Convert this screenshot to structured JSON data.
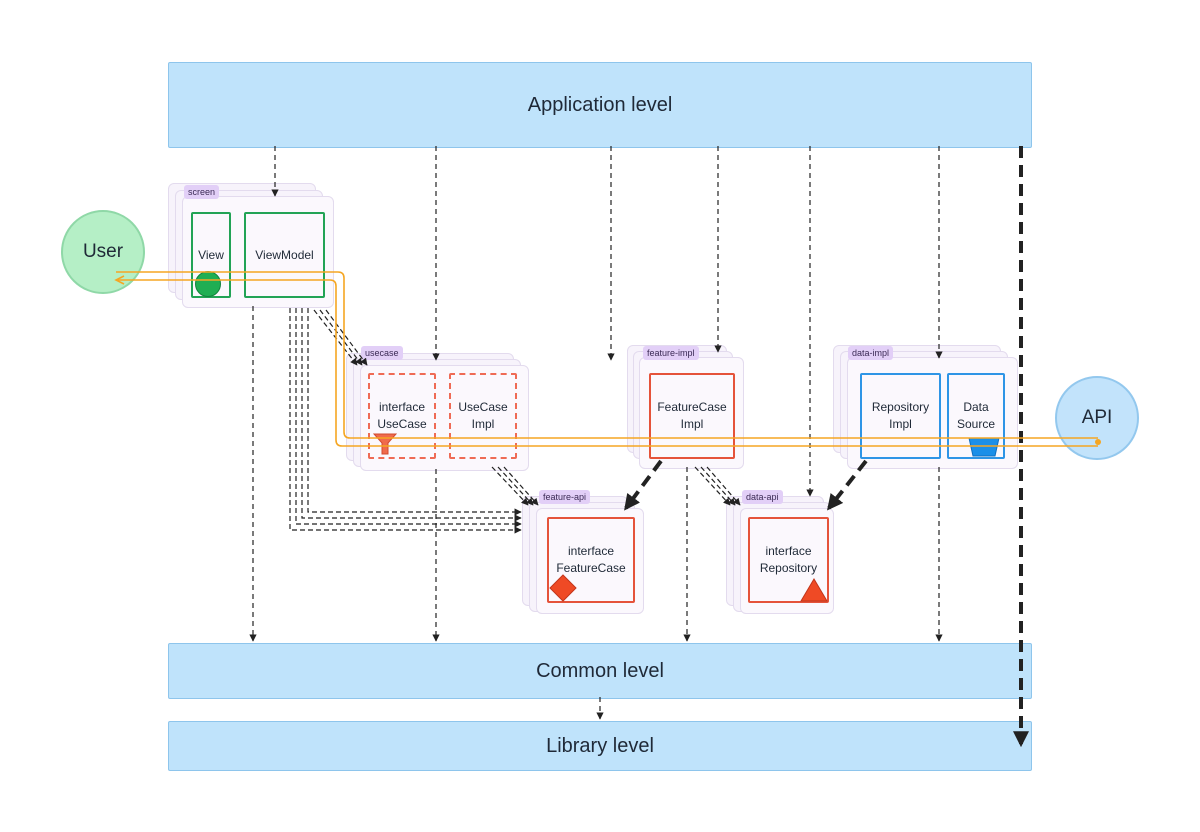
{
  "levels": {
    "application": "Application level",
    "common": "Common level",
    "library": "Library level"
  },
  "actors": {
    "user": "User",
    "api": "API"
  },
  "modules": {
    "screen": {
      "tag": "screen",
      "view": "View",
      "viewmodel": "ViewModel"
    },
    "usecase": {
      "tag": "usecase",
      "interface": "interface\nUseCase",
      "impl": "UseCase\nImpl"
    },
    "feature_impl": {
      "tag": "feature-impl",
      "impl": "FeatureCase\nImpl"
    },
    "feature_api": {
      "tag": "feature-api",
      "interface": "interface\nFeatureCase"
    },
    "data_impl": {
      "tag": "data-impl",
      "repo_impl": "Repository\nImpl",
      "data_source": "Data\nSource"
    },
    "data_api": {
      "tag": "data-api",
      "interface": "interface\nRepository"
    }
  },
  "colors": {
    "layer_fill": "#bfe3fb",
    "actor_user": "#b5efc6",
    "actor_api": "#c2e3fb",
    "green": "#22a355",
    "red": "#e5533a",
    "blue": "#2e95e6",
    "flow": "#f5a623"
  }
}
